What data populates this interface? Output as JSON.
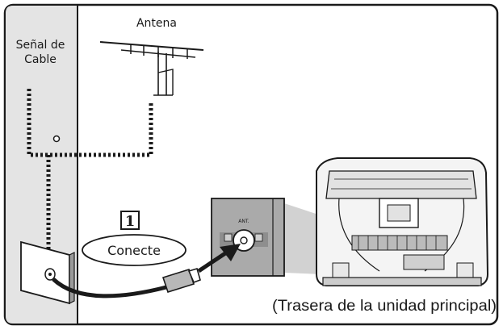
{
  "labels": {
    "cable_signal_line1": "Señal de",
    "cable_signal_line2": "Cable",
    "antenna": "Antena",
    "step_number": "1",
    "step_action": "Conecte",
    "jack_label": "ANT.",
    "caption": "(Trasera de la unidad principal)"
  },
  "colors": {
    "frame": "#1a1a1a",
    "left_panel": "#e4e4e4",
    "callout": "#d2d2d2",
    "jack_panel": "#aaaaaa",
    "tv_body": "#f4f4f4"
  }
}
